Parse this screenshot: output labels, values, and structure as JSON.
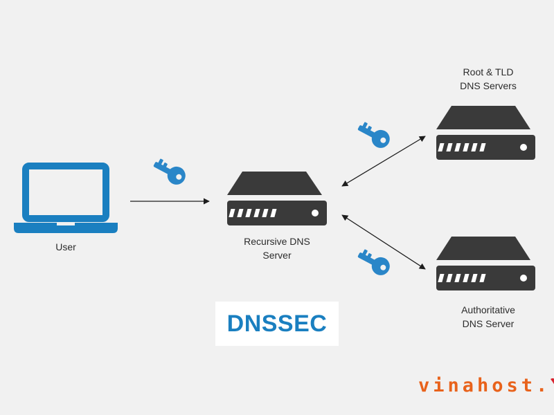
{
  "nodes": {
    "user": {
      "label": "User"
    },
    "recursive": {
      "label_line1": "Recursive DNS",
      "label_line2": "Server"
    },
    "root_tld": {
      "label_line1": "Root & TLD",
      "label_line2": "DNS Servers"
    },
    "authoritative": {
      "label_line1": "Authoritative",
      "label_line2": "DNS Server"
    }
  },
  "badge": {
    "text": "DNSSEC"
  },
  "brand": {
    "text": "vinahost.",
    "mark_icon": "checkmark-icon"
  },
  "icons": {
    "laptop": "laptop-icon",
    "server": "server-icon",
    "key": "key-icon"
  },
  "colors": {
    "background": "#f1f1f1",
    "laptop": "#1a7fc0",
    "server": "#3a3a3a",
    "key": "#2a86c8",
    "badge_text": "#1a7fc0",
    "brand": "#e8621b",
    "brand_mark": "#d9232e"
  }
}
